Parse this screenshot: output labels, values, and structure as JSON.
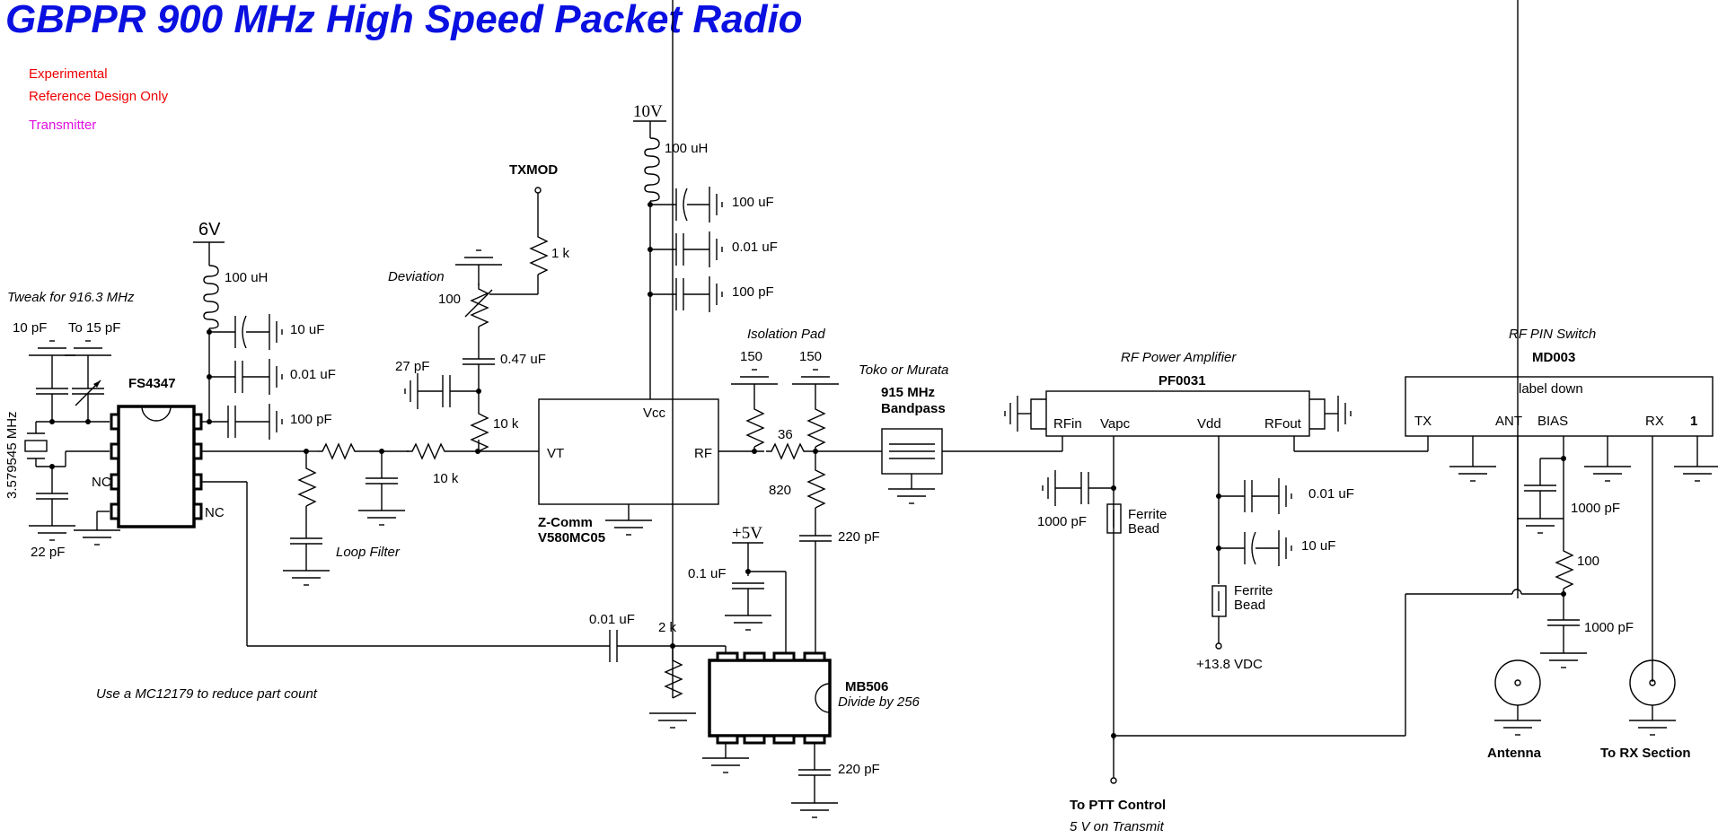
{
  "title": {
    "text": "GBPPR 900 MHz High Speed Packet Radio",
    "color": "#0a10e0"
  },
  "notes": {
    "experimental": "Experimental",
    "reference": "Reference Design Only",
    "transmitter": "Transmitter",
    "red_color": "#ee0000",
    "magenta_color": "#e010e0",
    "mc12179": "Use a MC12179 to reduce part count"
  },
  "osc": {
    "tweak": "Tweak for 916.3 MHz",
    "c1": "10 pF",
    "c2": "To 15 pF",
    "crystal": "3.579545 MHz",
    "c3": "22 pF",
    "nc1": "NC",
    "nc2": "NC",
    "ic": "FS4347"
  },
  "supply6": {
    "rail": "6V",
    "inductor": "100 uH",
    "caps": [
      "10 uF",
      "0.01 uF",
      "100 pF"
    ]
  },
  "loop": {
    "label": "Loop Filter",
    "r2": "10 k"
  },
  "mod": {
    "txmod": "TXMOD",
    "r1k": "1 k",
    "deviation": "Deviation",
    "pot": "100",
    "c047": "0.47 uF",
    "c27": "27 pF",
    "r10k": "10 k"
  },
  "supply10": {
    "rail": "10V",
    "inductor": "100 uH",
    "caps": [
      "100 uF",
      "0.01 uF",
      "100 pF"
    ]
  },
  "vco": {
    "vcc": "Vcc",
    "vt": "VT",
    "rf": "RF",
    "maker": "Z-Comm",
    "part": "V580MC05"
  },
  "pad": {
    "label": "Isolation Pad",
    "r1": "150",
    "r2": "150",
    "r3": "36",
    "r4": "820",
    "c": "220 pF"
  },
  "filter": {
    "maker": "Toko or Murata",
    "line1": "915 MHz",
    "line2": "Bandpass"
  },
  "prescaler": {
    "rail": "+5V",
    "c01": "0.1 uF",
    "c001": "0.01 uF",
    "r2k": "2 k",
    "part": "MB506",
    "desc": "Divide by 256",
    "c220": "220 pF"
  },
  "pa": {
    "desc": "RF Power Amplifier",
    "part": "PF0031",
    "pins": [
      "RFin",
      "Vapc",
      "Vdd",
      "RFout"
    ],
    "c1000": "1000 pF",
    "bead1": [
      "Ferrite",
      "Bead"
    ],
    "c001": "0.01 uF",
    "c10": "10 uF",
    "bead2": [
      "Ferrite",
      "Bead"
    ],
    "vdc": "+13.8 VDC",
    "ptt": "To PTT Control",
    "ptt_note": "5 V on Transmit"
  },
  "sw": {
    "desc": "RF PIN Switch",
    "part": "MD003",
    "label": "label down",
    "pins": [
      "TX",
      "ANT",
      "BIAS",
      "RX",
      "1"
    ],
    "c1": "1000 pF",
    "r": "100",
    "c2": "1000 pF",
    "antenna": "Antenna",
    "rx": "To RX Section"
  }
}
